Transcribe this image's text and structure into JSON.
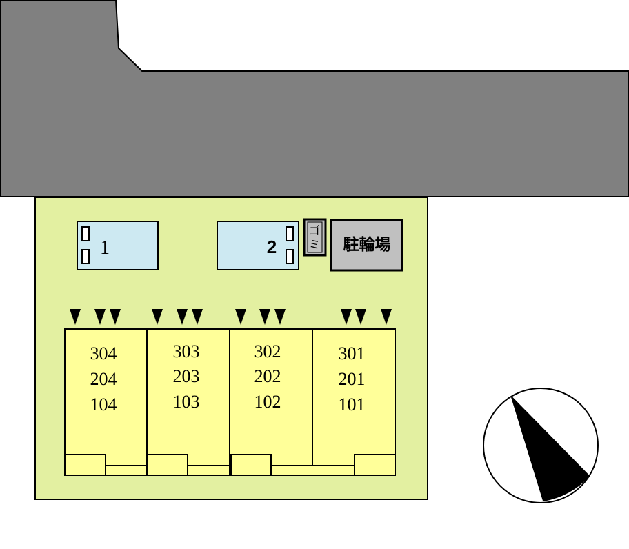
{
  "colors": {
    "road": "#808080",
    "lot": "#e3f0a1",
    "building": "#ffff99",
    "parking": "#cde9f2",
    "bicycle_parking": "#c0c0c0",
    "trash": "#c0c0c0",
    "compass_needle": "#000000"
  },
  "parking": [
    {
      "label": "1"
    },
    {
      "label": "2"
    }
  ],
  "trash": {
    "label_1": "ゴ",
    "label_2": "ミ"
  },
  "bicycle_parking": {
    "label": "駐輪場"
  },
  "units": [
    {
      "rooms": [
        "304",
        "204",
        "104"
      ]
    },
    {
      "rooms": [
        "303",
        "203",
        "103"
      ]
    },
    {
      "rooms": [
        "302",
        "202",
        "102"
      ]
    },
    {
      "rooms": [
        "301",
        "201",
        "101"
      ]
    }
  ],
  "entrance_marker": {
    "icon": "down-triangle-icon",
    "count": 12
  },
  "compass": {
    "icon": "north-arrow-icon"
  }
}
